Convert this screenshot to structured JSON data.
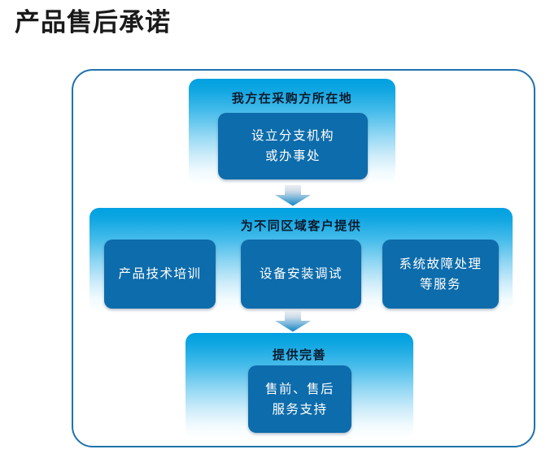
{
  "title": "产品售后承诺",
  "diagram": {
    "accent_border_color": "#1f72ac",
    "panel_gradient_top_color": "#00a0e0",
    "panel_gradient_bottom_color": "#ffffff",
    "inner_box_color": "#0d6cab",
    "title_text_color": "#1a1a1a",
    "panel_title_color": "#0a1a2e",
    "inner_box_text_color": "#ffffff",
    "arrow_icon": "down-arrow",
    "levels": [
      {
        "heading": "我方在采购方所在地",
        "boxes": [
          {
            "text": "设立分支机构\n或办事处"
          }
        ]
      },
      {
        "heading": "为不同区域客户提供",
        "boxes": [
          {
            "text": "产品技术培训"
          },
          {
            "text": "设备安装调试"
          },
          {
            "text": "系统故障处理\n等服务"
          }
        ]
      },
      {
        "heading": "提供完善",
        "boxes": [
          {
            "text": "售前、售后\n服务支持"
          }
        ]
      }
    ]
  }
}
